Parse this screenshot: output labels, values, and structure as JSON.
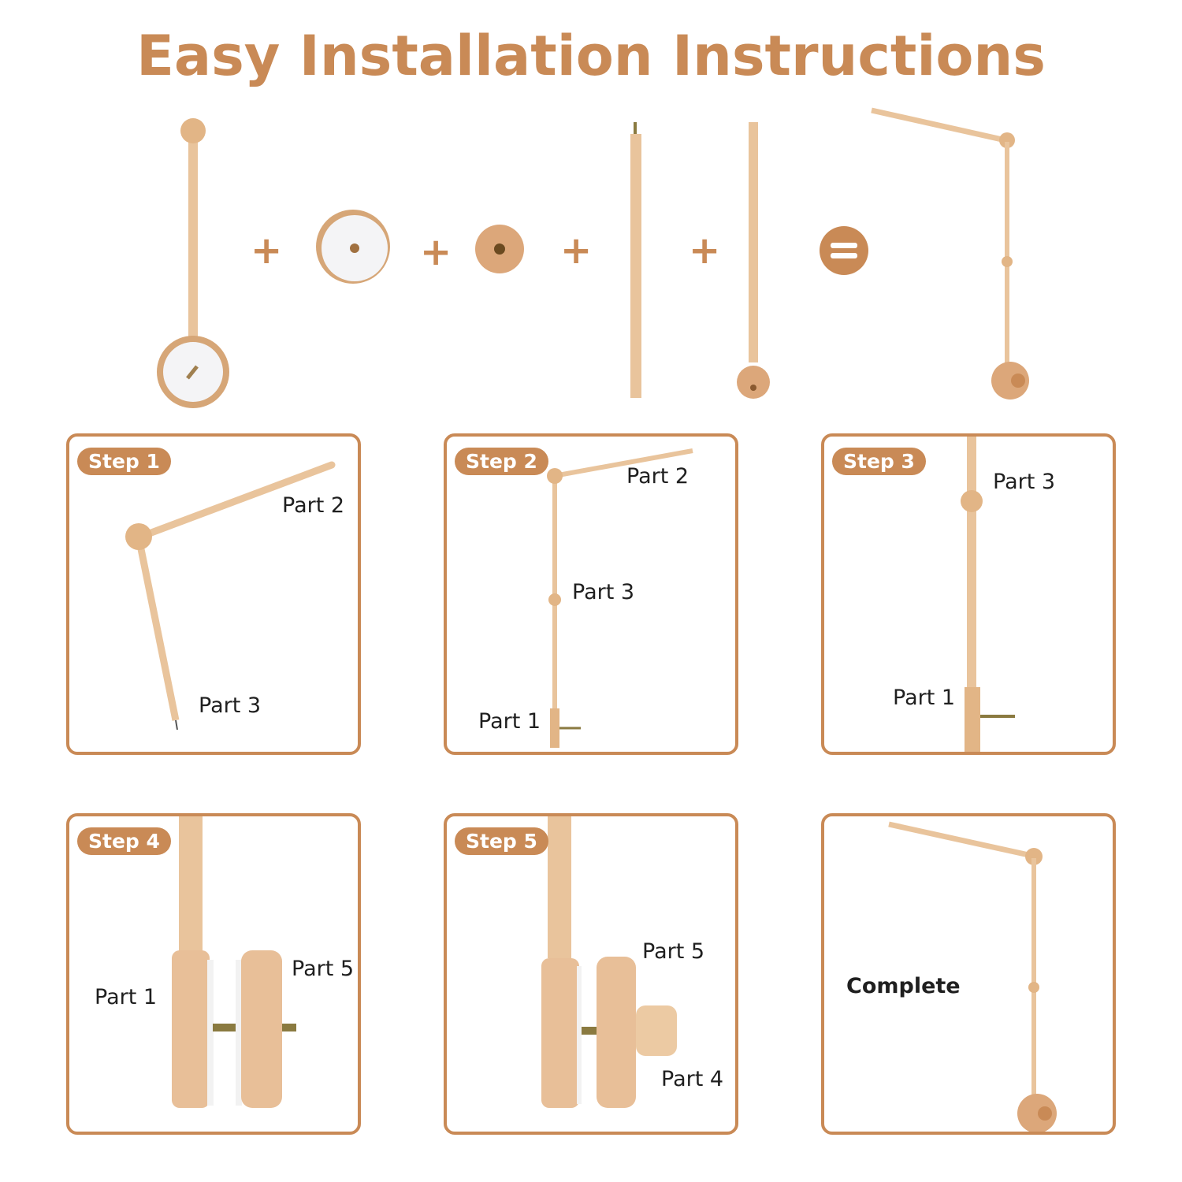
{
  "title": "Easy Installation Instructions",
  "operators": {
    "plus": "+"
  },
  "colors": {
    "accent": "#c98a56",
    "wood": "#e9c49c",
    "wood_dark": "#d6a677"
  },
  "steps": [
    {
      "badge": "Step 1",
      "labels": [
        "Part 2",
        "Part 3"
      ]
    },
    {
      "badge": "Step 2",
      "labels": [
        "Part 2",
        "Part 3",
        "Part 1"
      ]
    },
    {
      "badge": "Step 3",
      "labels": [
        "Part 3",
        "Part 1"
      ]
    },
    {
      "badge": "Step 4",
      "labels": [
        "Part 1",
        "Part 5"
      ]
    },
    {
      "badge": "Step 5",
      "labels": [
        "Part 5",
        "Part 4"
      ]
    },
    {
      "badge": "",
      "labels": [
        "Complete"
      ]
    }
  ]
}
